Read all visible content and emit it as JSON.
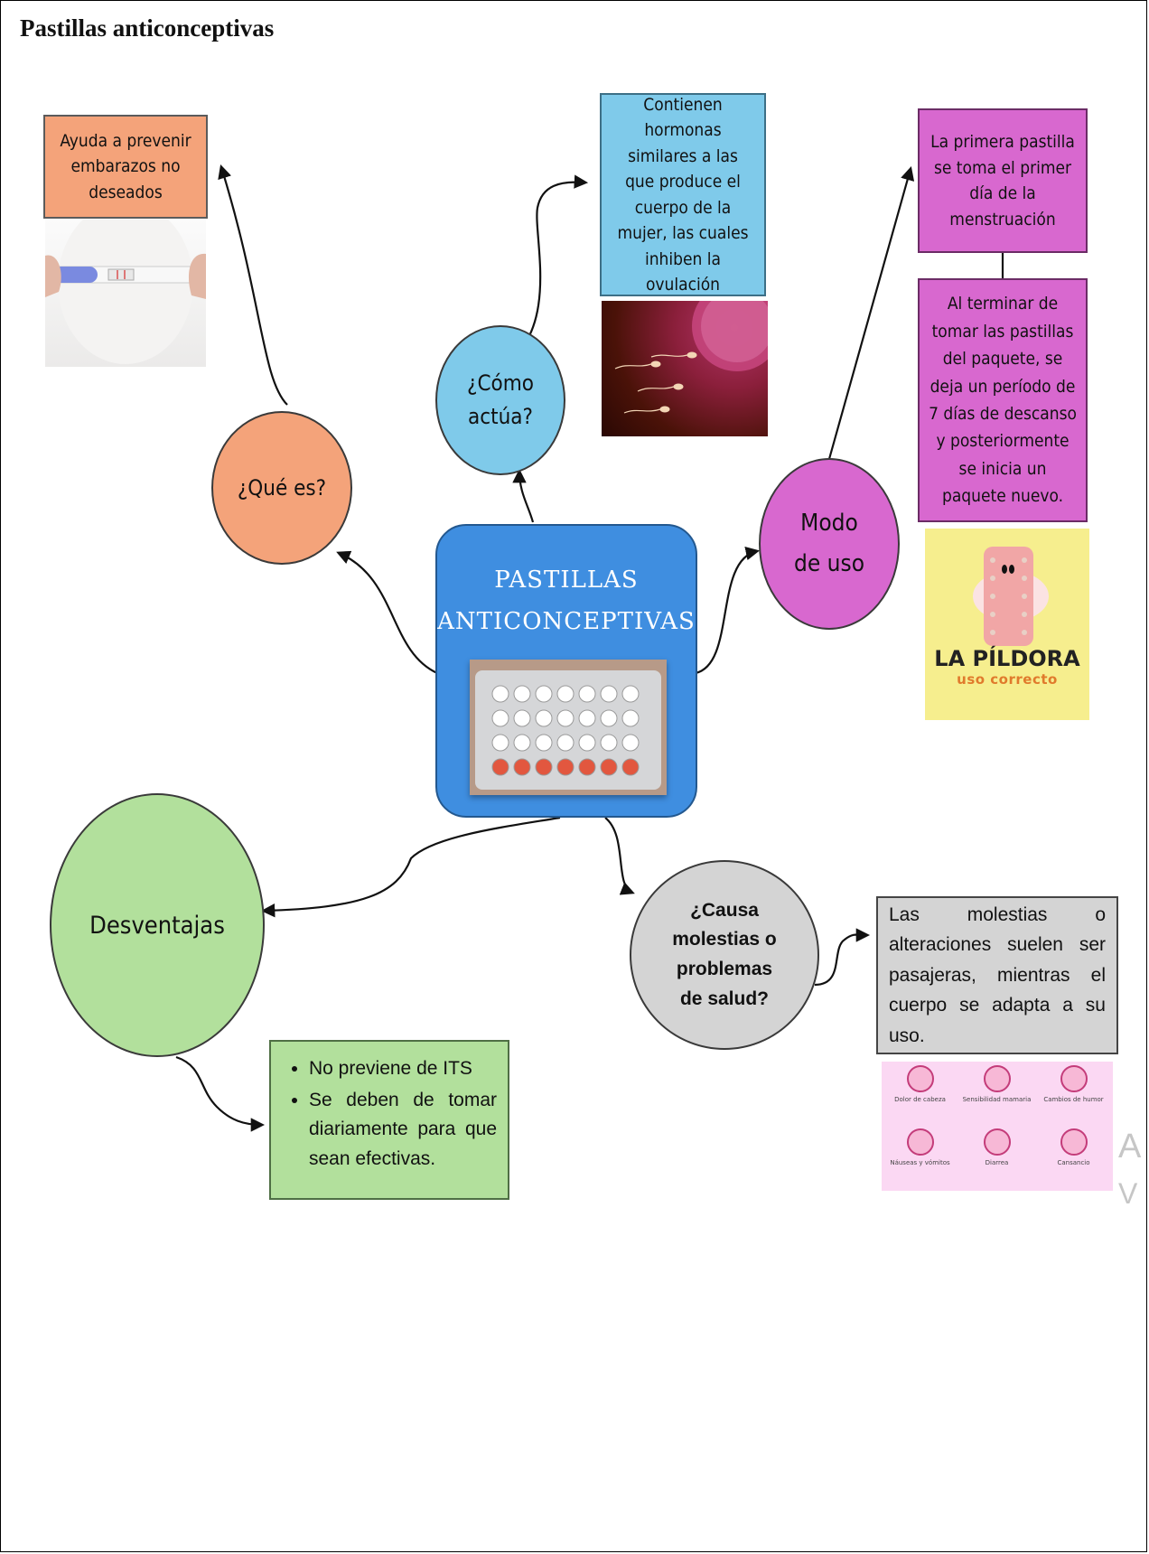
{
  "doc_title": "Pastillas anticonceptivas",
  "colors": {
    "orange": "#f4a37a",
    "blue": "#7fcaea",
    "magenta": "#d868cf",
    "center": "#3f8ee0",
    "green": "#b2e09c",
    "gray": "#d4d4d4",
    "yellow": "#f6ee8e"
  },
  "center": {
    "title": "PASTILLAS\nANTICONCEPTIVAS",
    "image": "pill-pack-icon"
  },
  "que_es": {
    "label": "¿Qué es?",
    "text": "Ayuda a prevenir embarazos no deseados",
    "image": "pregnancy-test-icon"
  },
  "como_actua": {
    "label": "¿Cómo actúa?",
    "text": "Contienen hormonas similares a las que produce el cuerpo de la mujer, las cuales inhiben la ovulación",
    "image": "sperm-egg-icon"
  },
  "modo_uso": {
    "label": "Modo de uso",
    "text1": "La primera pastilla se toma el primer día de la menstruación",
    "text2": "Al terminar de tomar las pastillas del paquete, se deja un período de 7 días de descanso y posteriormente se inicia un paquete nuevo.",
    "poster_title": "LA PÍLDORA",
    "poster_subtitle": "uso correcto"
  },
  "desventajas": {
    "label": "Desventajas",
    "items": [
      "No previene de ITS",
      "Se deben de tomar diariamente para que sean efectivas."
    ]
  },
  "molestias": {
    "label": "¿Causa molestias o problemas de salud?",
    "text": "Las molestias o alteraciones suelen ser pasajeras, mientras el cuerpo se adapta a su uso.",
    "symptoms": [
      "Dolor de cabeza",
      "Sensibilidad mamaria",
      "Cambios de humor",
      "Náuseas y vómitos",
      "Diarrea",
      "Cansancio"
    ],
    "edge_letters": [
      "A",
      "V"
    ]
  }
}
